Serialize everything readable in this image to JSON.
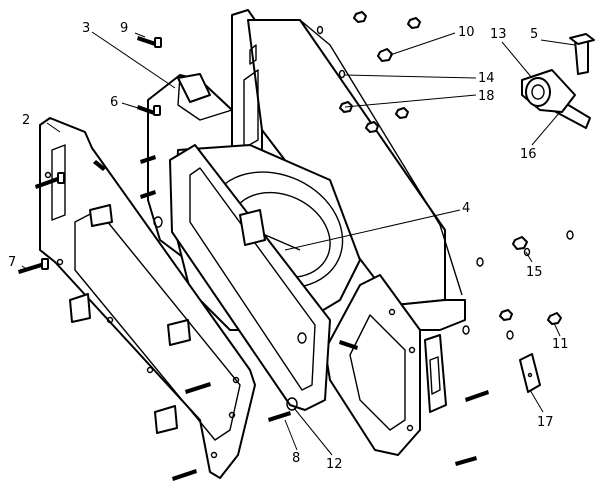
{
  "callouts": [
    {
      "id": "1",
      "label": "2"
    },
    {
      "id": "2",
      "label": "3"
    },
    {
      "id": "3",
      "label": "9"
    },
    {
      "id": "4",
      "label": "6"
    },
    {
      "id": "5",
      "label": "7"
    },
    {
      "id": "6",
      "label": "10"
    },
    {
      "id": "7",
      "label": "14"
    },
    {
      "id": "8",
      "label": "18"
    },
    {
      "id": "9",
      "label": "13"
    },
    {
      "id": "10",
      "label": "5"
    },
    {
      "id": "11",
      "label": "16"
    },
    {
      "id": "12",
      "label": "4"
    },
    {
      "id": "13",
      "label": "15"
    },
    {
      "id": "14",
      "label": "11"
    },
    {
      "id": "15",
      "label": "17"
    },
    {
      "id": "16",
      "label": "8"
    },
    {
      "id": "17",
      "label": "12"
    }
  ]
}
